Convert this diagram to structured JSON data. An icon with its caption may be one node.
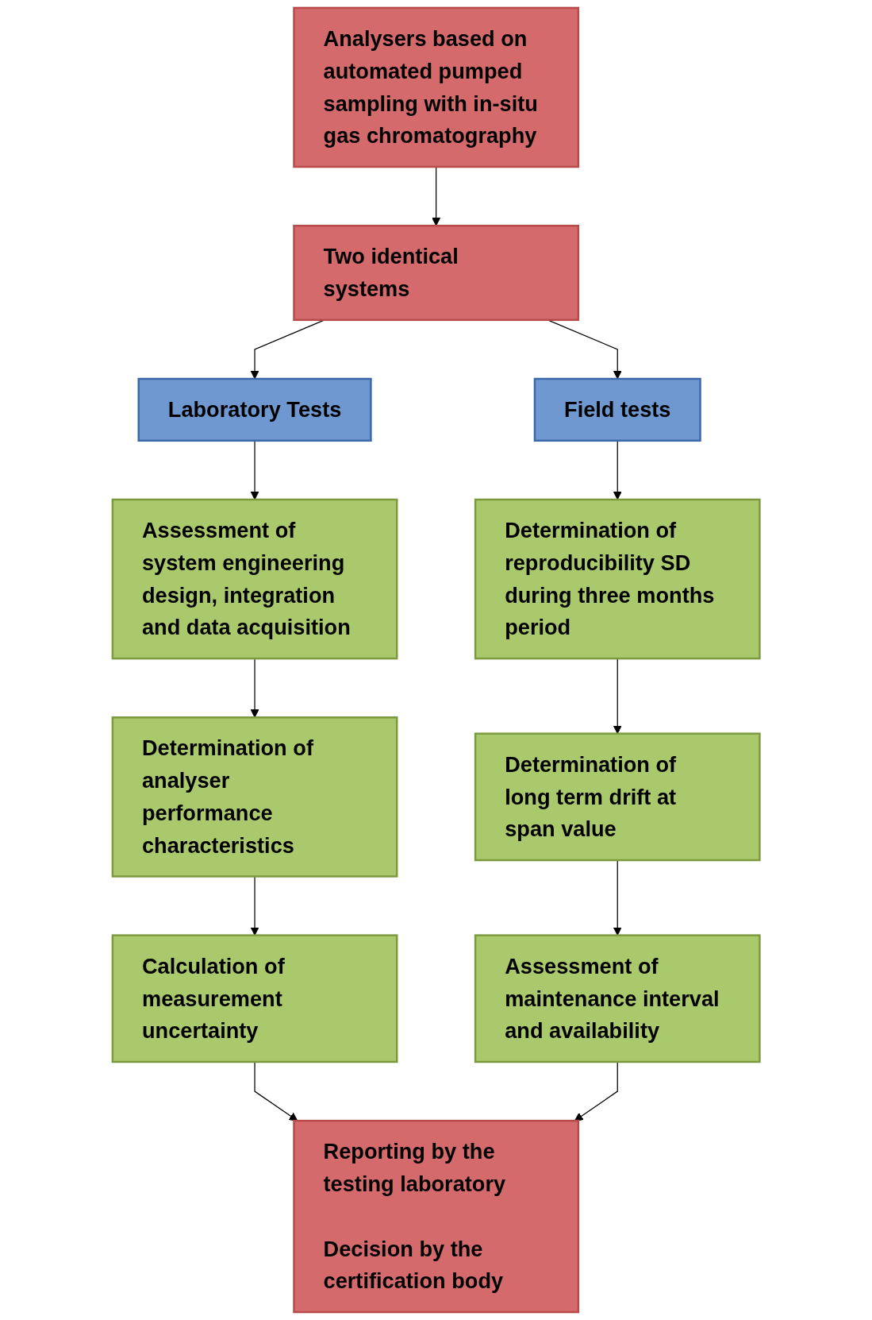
{
  "diagram": {
    "nodes": [
      {
        "text": [
          "Analysers based on automated pumped sampling with in-situ gas chromatography"
        ]
      },
      {
        "text": [
          "Two identical systems"
        ]
      },
      {
        "text": [
          "Laboratory Tests"
        ]
      },
      {
        "text": [
          "Field tests"
        ]
      },
      {
        "text": [
          "Assessment of system engineering design, integration and data acquisition"
        ]
      },
      {
        "text": [
          "Determination of reproducibility SD during three months period"
        ]
      },
      {
        "text": [
          "Determination of analyser performance characteristics"
        ]
      },
      {
        "text": [
          "Determination of long term drift at span value"
        ]
      },
      {
        "text": [
          "Calculation of measurement uncertainty"
        ]
      },
      {
        "text": [
          "Assessment of maintenance interval and availability"
        ]
      },
      {
        "text": [
          "Reporting by the testing laboratory",
          "Decision by the certification body"
        ]
      }
    ],
    "edges": [
      {
        "from": 0,
        "to": 1,
        "arrow": "to"
      },
      {
        "from": 1,
        "to": 2,
        "arrow": "to"
      },
      {
        "from": 1,
        "to": 3,
        "arrow": "to"
      },
      {
        "from": 2,
        "to": 4,
        "arrow": "to"
      },
      {
        "from": 3,
        "to": 5,
        "arrow": "to"
      },
      {
        "from": 4,
        "to": 6,
        "arrow": "to"
      },
      {
        "from": 5,
        "to": 7,
        "arrow": "to"
      },
      {
        "from": 6,
        "to": 8,
        "arrow": "to"
      },
      {
        "from": 7,
        "to": 9,
        "arrow": "to"
      },
      {
        "from": 8,
        "to": 10,
        "arrow": "to"
      },
      {
        "from": 9,
        "to": 10,
        "arrow": "to"
      }
    ]
  }
}
